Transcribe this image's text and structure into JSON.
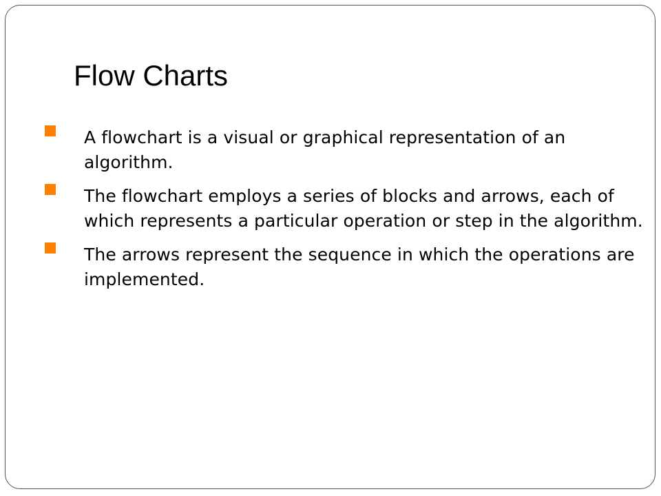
{
  "slide": {
    "title": "Flow Charts",
    "bullets": [
      {
        "text": "A flowchart is a visual or graphical representation of an algorithm."
      },
      {
        "text": "The flowchart employs a series of blocks and arrows, each of which represents a particular operation or step in the algorithm."
      },
      {
        "text": "The arrows represent the sequence in which the operations are implemented."
      }
    ]
  },
  "colors": {
    "bullet_accent": "#ff7f00",
    "frame_border": "#555555",
    "text": "#000000"
  },
  "icons": {
    "bullet": "square-bullet-icon"
  }
}
